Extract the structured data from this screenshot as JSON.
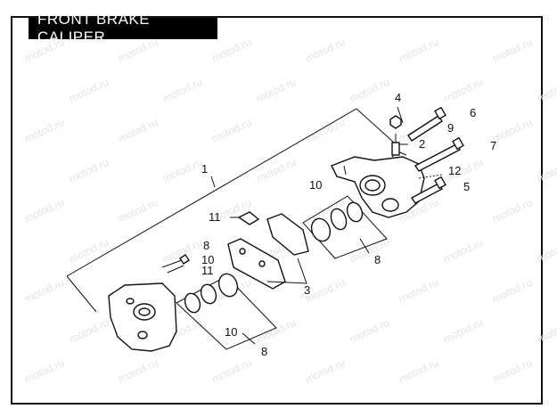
{
  "title": "FRONT BRAKE CALIPER",
  "watermark": "motod.ru",
  "callouts": {
    "c1": "1",
    "c2": "2",
    "c3": "3",
    "c4": "4",
    "c5": "5",
    "c6": "6",
    "c7": "7",
    "c8_right": "8",
    "c8_left_top": "8",
    "c8_bottom": "8",
    "c9": "9",
    "c10_right": "10",
    "c10_left": "10",
    "c10_bottom": "10",
    "c11_top": "11",
    "c11_left": "11",
    "c12": "12"
  }
}
